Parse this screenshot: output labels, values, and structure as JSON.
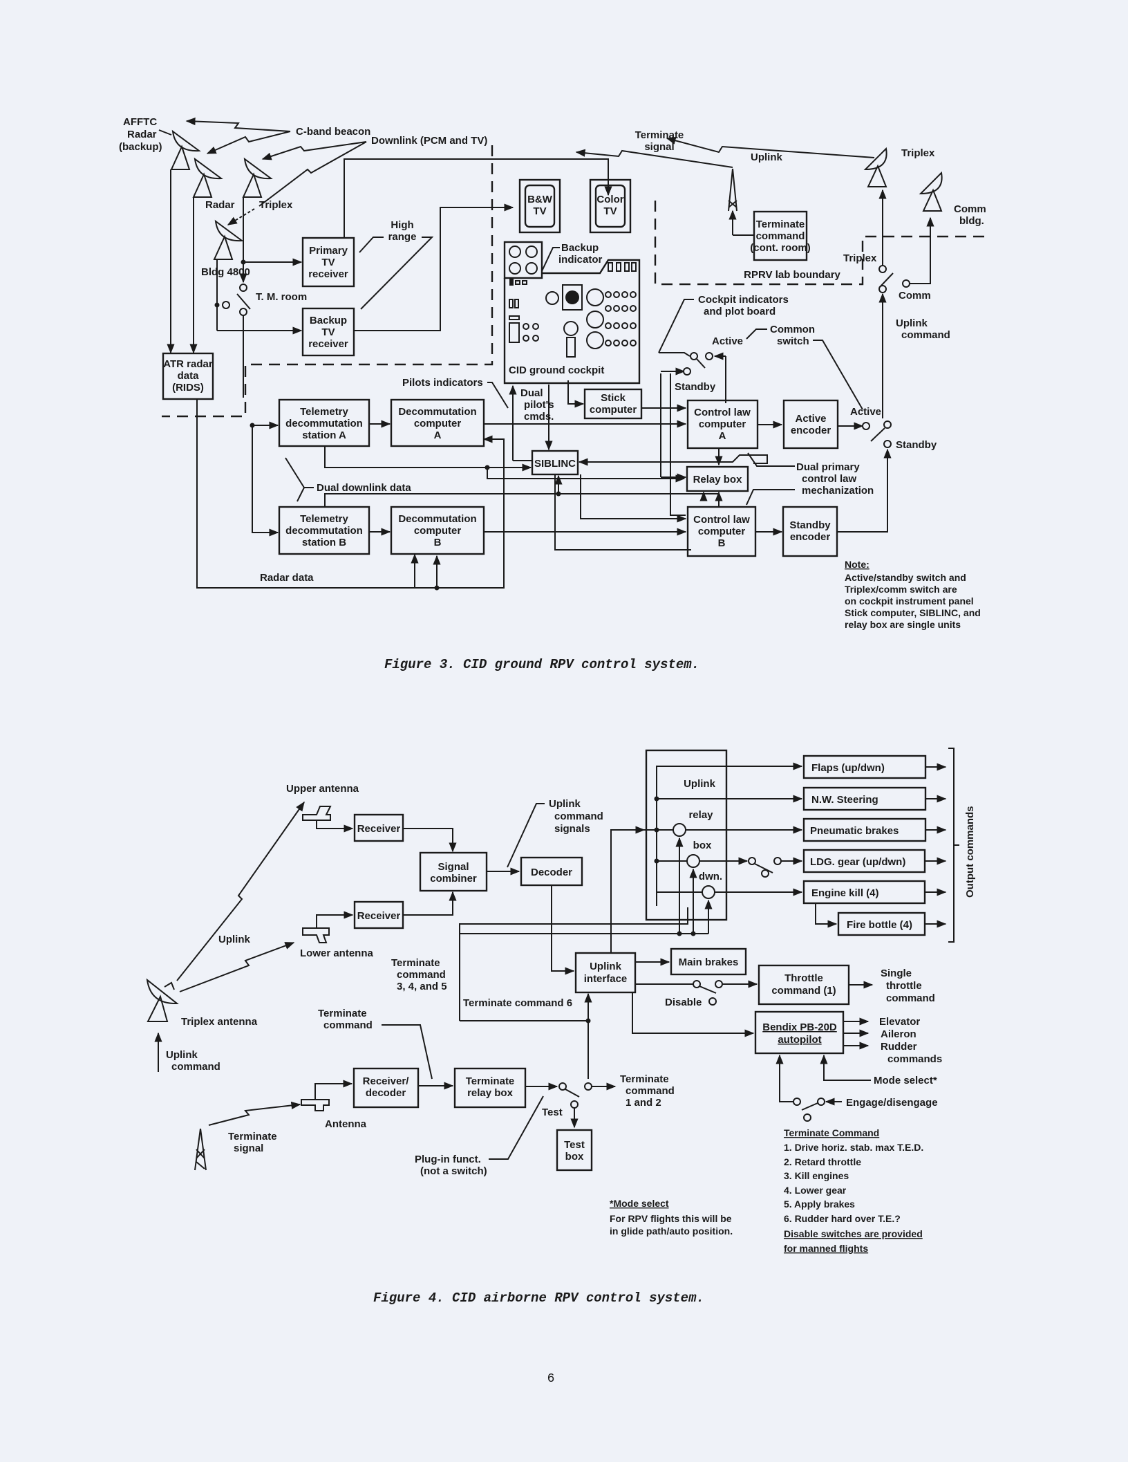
{
  "page_number": "6",
  "figure3": {
    "caption": "Figure 3.  CID ground RPV control system.",
    "antennas": {
      "afftc": [
        "AFFTC",
        "Radar",
        "(backup)"
      ],
      "radar": "Radar",
      "triplex": "Triplex",
      "bldg": "Bldg 4800",
      "uplink_triplex": "Triplex",
      "comm_bldg": [
        "Comm",
        "bldg."
      ]
    },
    "signals": {
      "c_band": "C-band beacon",
      "downlink": "Downlink (PCM and TV)",
      "terminate_signal": [
        "Terminate",
        "signal"
      ],
      "uplink": "Uplink",
      "high_range": [
        "High",
        "range"
      ],
      "tm_room": "T. M. room"
    },
    "boxes": {
      "primary_tv": [
        "Primary",
        "TV",
        "receiver"
      ],
      "backup_tv": [
        "Backup",
        "TV",
        "receiver"
      ],
      "atr": [
        "ATR radar",
        "data",
        "(RIDS)"
      ],
      "bw_tv": [
        "B&W",
        "TV"
      ],
      "color_tv": [
        "Color",
        "TV"
      ],
      "terminate_cmd": [
        "Terminate",
        "command",
        "(cont. room)"
      ],
      "tlm_a": [
        "Telemetry",
        "decommutation",
        "station A"
      ],
      "tlm_b": [
        "Telemetry",
        "decommutation",
        "station B"
      ],
      "decom_a": [
        "Decommutation",
        "computer",
        "A"
      ],
      "decom_b": [
        "Decommutation",
        "computer",
        "B"
      ],
      "siblinc": "SIBLINC",
      "stick": [
        "Stick",
        "computer"
      ],
      "clc_a": [
        "Control law",
        "computer",
        "A"
      ],
      "clc_b": [
        "Control law",
        "computer",
        "B"
      ],
      "relay": "Relay box",
      "active_enc": [
        "Active",
        "encoder"
      ],
      "standby_enc": [
        "Standby",
        "encoder"
      ]
    },
    "labels": {
      "backup_indicator": [
        "Backup",
        "indicator"
      ],
      "cockpit": "CID ground cockpit",
      "rprv_boundary": "RPRV lab boundary",
      "triplex_sw": "Triplex",
      "comm_sw": "Comm",
      "uplink_command": [
        "Uplink",
        "command"
      ],
      "cockpit_indicators": [
        "Cockpit indicators",
        "and plot board"
      ],
      "active_top": "Active",
      "common_switch": [
        "Common",
        "switch"
      ],
      "standby_left": "Standby",
      "active_right": "Active",
      "standby_right": "Standby",
      "pilots_indicators": "Pilots indicators",
      "dual_pilot_cmds": [
        "Dual",
        "pilot's",
        "cmds."
      ],
      "dual_downlink": "Dual downlink data",
      "dual_primary": [
        "Dual primary",
        "control law",
        "mechanization"
      ],
      "radar_data": "Radar data"
    },
    "note": {
      "title": "Note:",
      "lines": [
        "Active/standby switch and",
        "Triplex/comm switch are",
        "on cockpit instrument panel",
        "Stick computer, SIBLINC, and",
        "relay box are single units"
      ]
    }
  },
  "figure4": {
    "caption": "Figure 4.  CID airborne RPV control system.",
    "labels": {
      "upper_antenna": "Upper antenna",
      "lower_antenna": "Lower antenna",
      "uplink": "Uplink",
      "triplex_antenna": "Triplex antenna",
      "uplink_command": [
        "Uplink",
        "command"
      ],
      "uplink_cmd_signals": [
        "Uplink",
        "command",
        "signals"
      ],
      "term_cmd_345": [
        "Terminate",
        "command",
        "3, 4, and 5"
      ],
      "term_cmd_6": "Terminate command 6",
      "term_command": [
        "Terminate",
        "command"
      ],
      "antenna": "Antenna",
      "term_signal": [
        "Terminate",
        "signal"
      ],
      "test": "Test",
      "plugin": [
        "Plug-in funct.",
        "(not a switch)"
      ],
      "term_cmd_12": [
        "Terminate",
        "command",
        "1 and 2"
      ],
      "disable": "Disable",
      "single_throttle": [
        "Single",
        "throttle",
        "command"
      ],
      "surfaces": [
        "Elevator",
        "Aileron",
        "Rudder",
        "commands"
      ],
      "mode_select": "Mode select*",
      "engage": "Engage/disengage",
      "output_commands": "Output commands",
      "relay_box_words": [
        "Uplink",
        "relay",
        "box",
        "dwn."
      ]
    },
    "boxes": {
      "receiver_top": "Receiver",
      "receiver_bot": "Receiver",
      "combiner": [
        "Signal",
        "combiner"
      ],
      "decoder": "Decoder",
      "uplink_if": [
        "Uplink",
        "interface"
      ],
      "main_brakes": "Main brakes",
      "throttle": [
        "Throttle",
        "command (1)"
      ],
      "bendix": [
        "Bendix PB-20D",
        "autopilot"
      ],
      "rx_decoder": [
        "Receiver/",
        "decoder"
      ],
      "term_relay": [
        "Terminate",
        "relay box"
      ],
      "test_box": [
        "Test",
        "box"
      ]
    },
    "outputs": [
      "Flaps (up/dwn)",
      "N.W. Steering",
      "Pneumatic brakes",
      "LDG. gear (up/dwn)",
      "Engine kill (4)",
      "Fire bottle (4)"
    ],
    "mode_note": {
      "title": "*Mode select",
      "lines": [
        "For RPV flights this will be",
        "in glide path/auto position."
      ]
    },
    "terminate_list": {
      "title": "Terminate Command",
      "items": [
        "1. Drive horiz. stab. max T.E.D.",
        "2. Retard throttle",
        "3. Kill engines",
        "4. Lower gear",
        "5. Apply brakes",
        "6. Rudder hard over T.E.?"
      ],
      "footer": [
        "Disable switches are provided",
        "for manned flights"
      ]
    }
  }
}
